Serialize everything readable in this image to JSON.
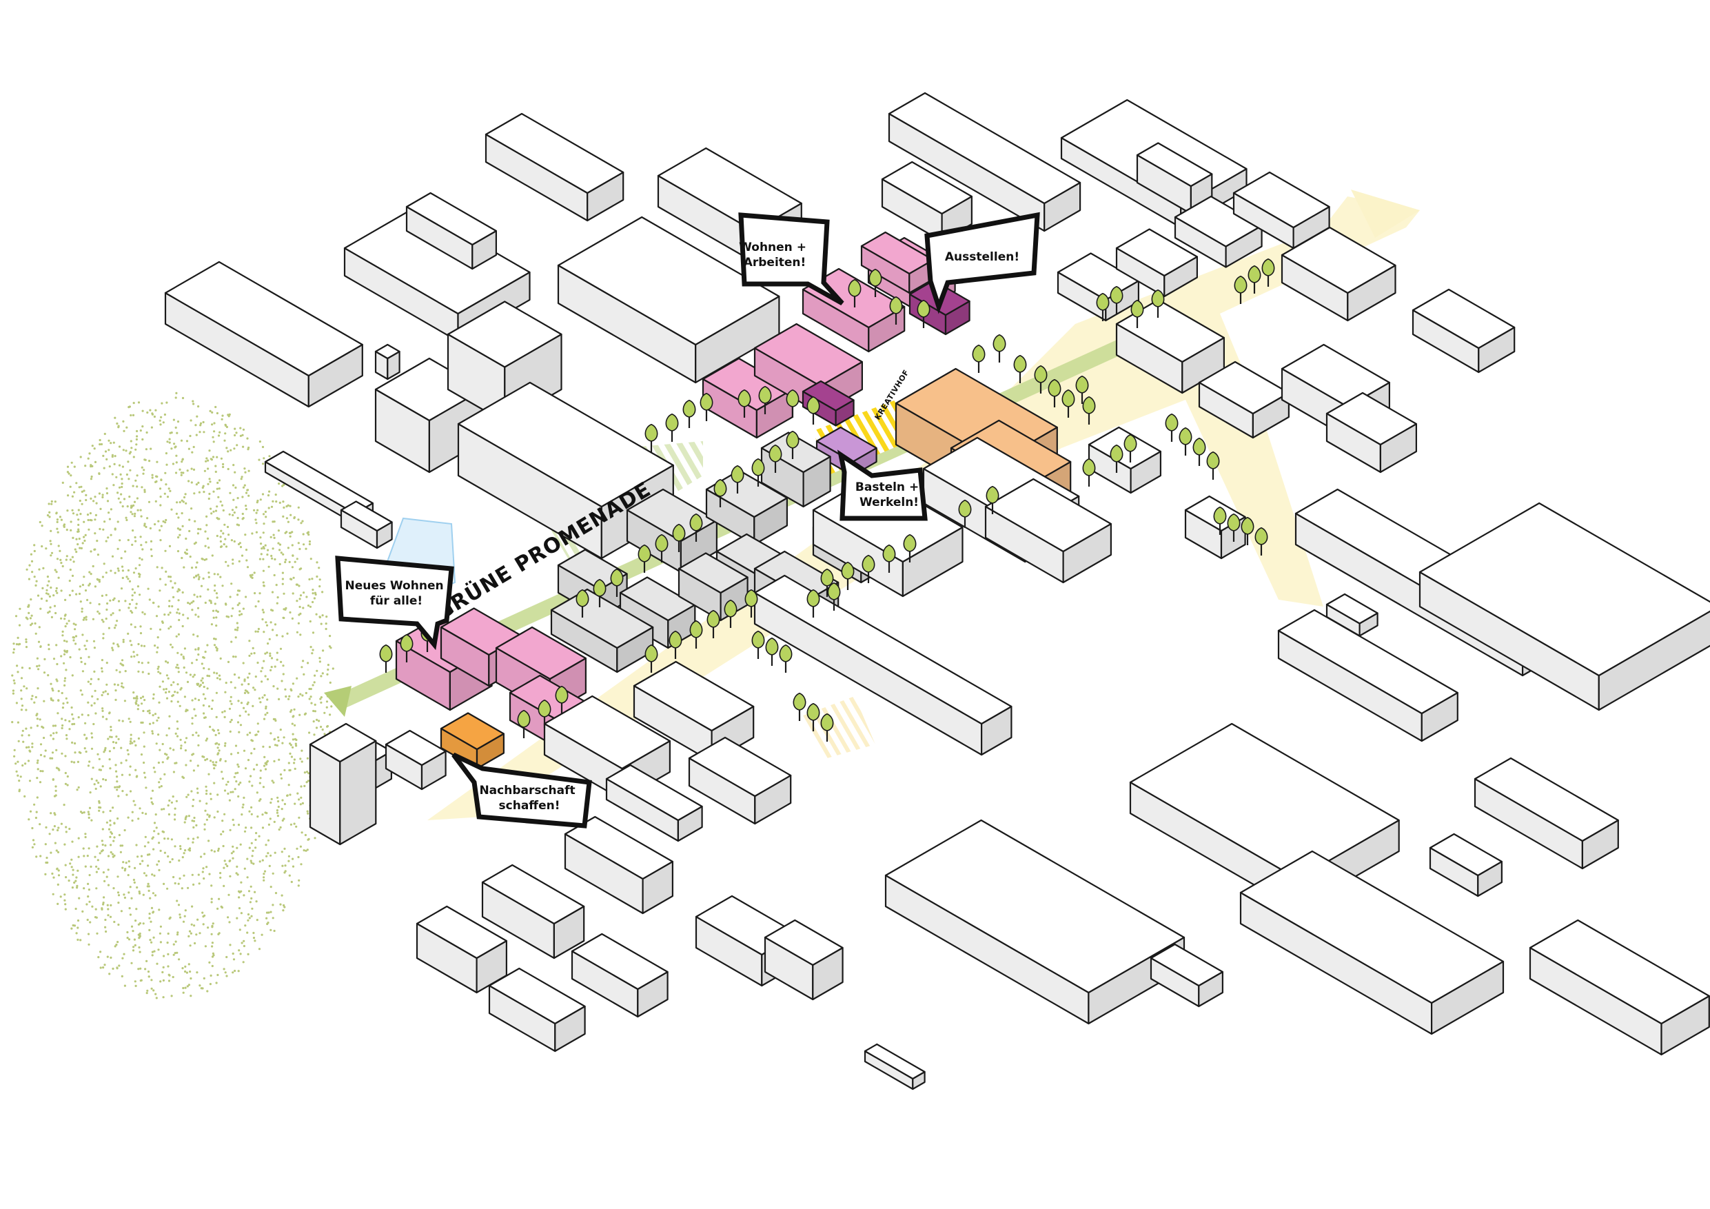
{
  "diagram": {
    "promenade_label": "GRÜNE PROMENADE",
    "kreativhof_label": "KREATIVHOF",
    "callouts": [
      {
        "id": "wohnen-arbeiten",
        "lines": [
          "Wohnen +",
          "Arbeiten!"
        ]
      },
      {
        "id": "ausstellen",
        "lines": [
          "Ausstellen!"
        ]
      },
      {
        "id": "basteln-werkeln",
        "lines": [
          "Basteln +",
          "Werkeln!"
        ]
      },
      {
        "id": "neues-wohnen",
        "lines": [
          "Neues Wohnen",
          "für alle!"
        ]
      },
      {
        "id": "nachbarschaft",
        "lines": [
          "Nachbarschaft",
          "schaffen!"
        ]
      }
    ],
    "colors": {
      "pink_housing": "#f2a7cf",
      "purple_exhibition": "#a4428f",
      "orange_kreativhof": "#f7c08a",
      "orange_nachbarschaft": "#f5a443",
      "green_promenade": "#c9dc95",
      "yellow_axis": "#fbf3c9",
      "water": "#dff0fb",
      "tree": "#b7d35f",
      "hatch_yellow": "#f9d71c"
    },
    "legend_icons": [
      "tree-icon",
      "arrow-icon",
      "speech-bubble-icon"
    ]
  }
}
